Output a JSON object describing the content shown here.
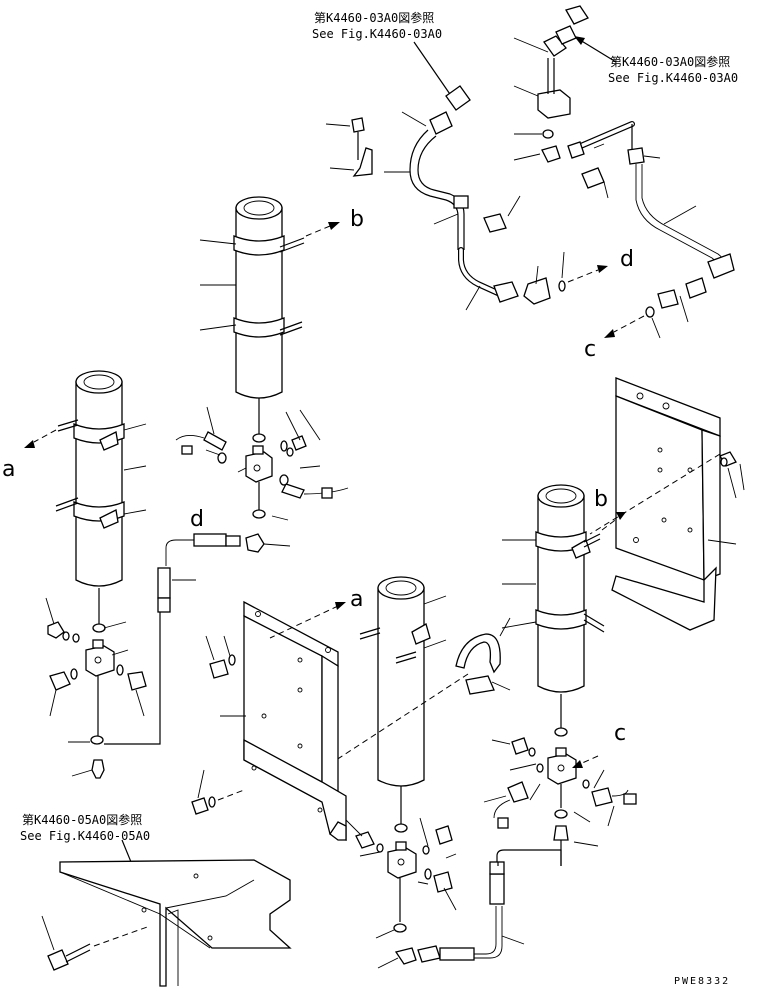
{
  "references": {
    "top_center": {
      "jp": "第K4460-03A0図参照",
      "en": "See Fig.K4460-03A0"
    },
    "top_right": {
      "jp": "第K4460-03A0図参照",
      "en": "See Fig.K4460-03A0"
    },
    "bottom_left": {
      "jp": "第K4460-05A0図参照",
      "en": "See Fig.K4460-05A0"
    }
  },
  "callouts": {
    "a1": "a",
    "a2": "a",
    "b1": "b",
    "b2": "b",
    "c1": "c",
    "c2": "c",
    "d1": "d",
    "d2": "d"
  },
  "drawing_code": "PWE8332"
}
